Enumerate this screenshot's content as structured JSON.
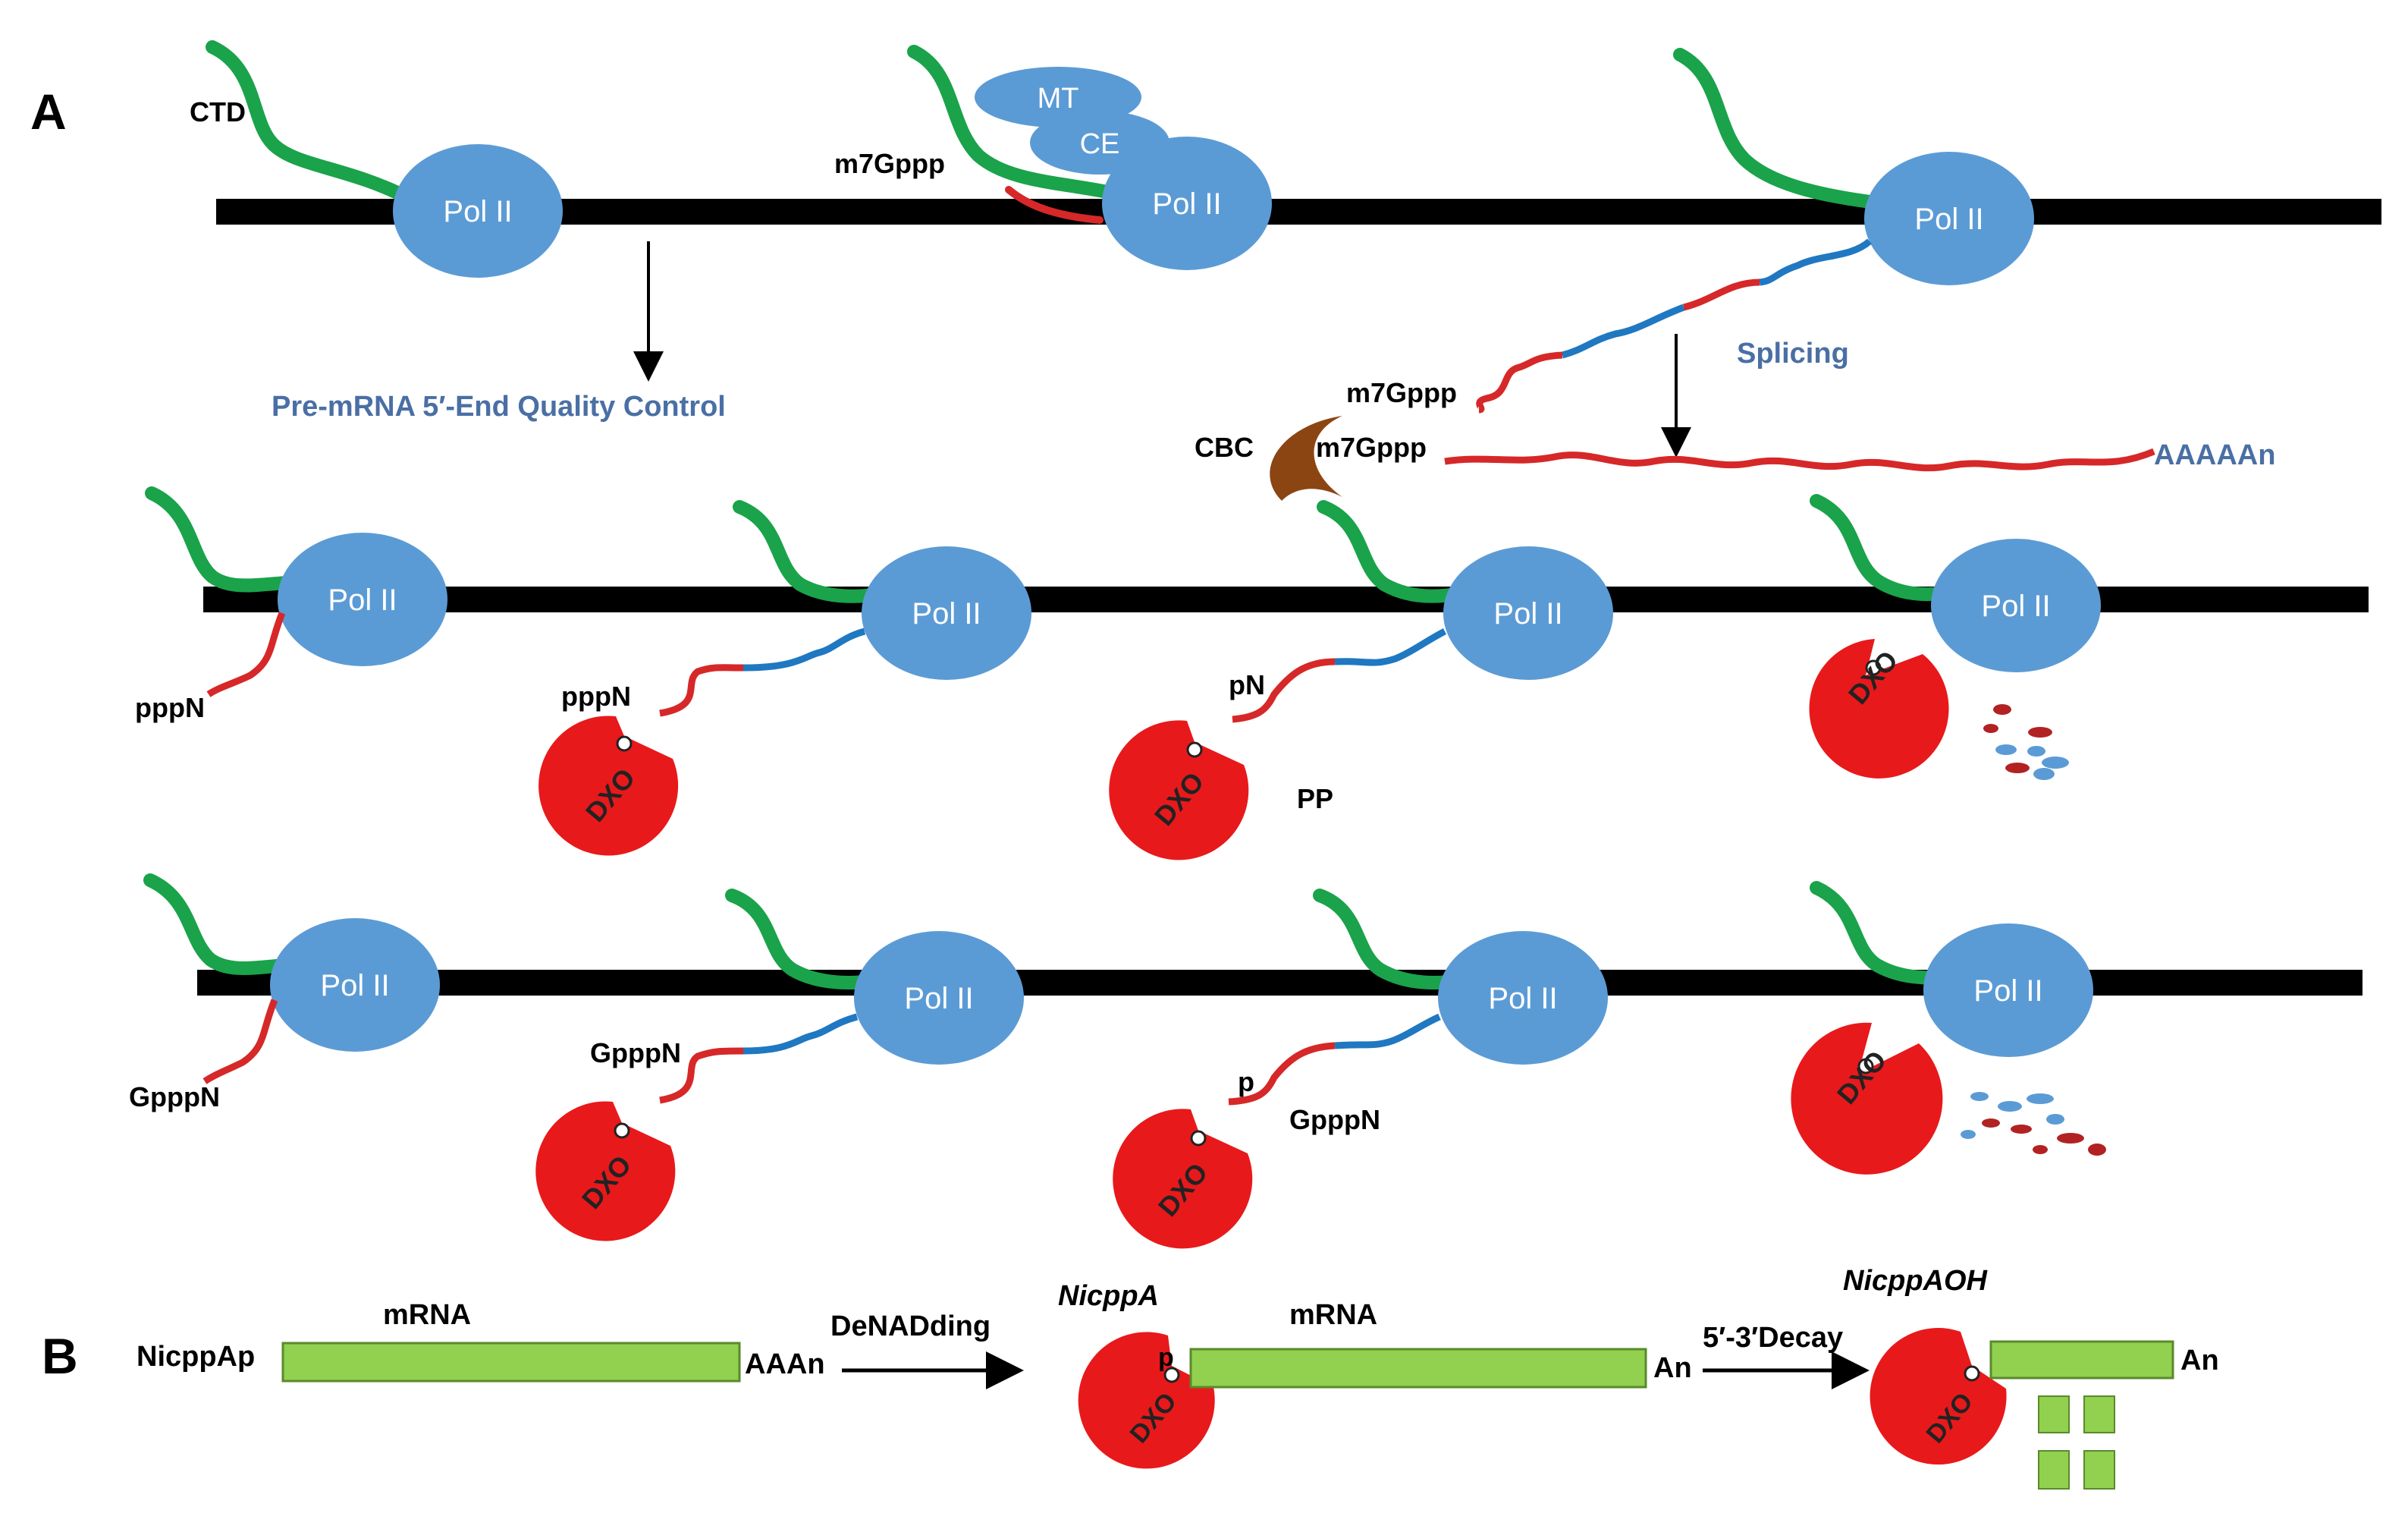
{
  "panels": {
    "a": "A",
    "b": "B"
  },
  "labels": {
    "ctd": "CTD",
    "mt": "MT",
    "ce": "CE",
    "pol": "Pol II",
    "m7gppp": "m7Gppp",
    "quality_control": "Pre-mRNA 5′-End Quality Control",
    "splicing": "Splicing",
    "cbc": "CBC",
    "aaaaan": "AAAAAn",
    "pppn": "pppN",
    "pn": "pN",
    "pp": "PP",
    "gpppn": "GpppN",
    "p": "p",
    "dxo": "DXO"
  },
  "panel_b": {
    "nicppap": "NicppAp",
    "mrna": "mRNA",
    "aaan": "AAAn",
    "denadding": "DeNADding",
    "nicppa": "NicppA",
    "p": "p",
    "an": "An",
    "decay": "5′-3′Decay",
    "nicppaoh": "NicppAOH"
  },
  "colors": {
    "dna": "#000000",
    "pol_ii": "#5b9bd5",
    "ctd": "#1aa34a",
    "rna_exon": "#d62828",
    "rna_intron": "#1f78c1",
    "dxo": "#e8191b",
    "cbc": "#8b4513",
    "mrna_bar": "#92d050",
    "blue_label": "#4a6fa5"
  },
  "icons": [
    "pol-ii-ellipse",
    "dxo-pacman",
    "cbc-crescent",
    "ctd-tail"
  ]
}
